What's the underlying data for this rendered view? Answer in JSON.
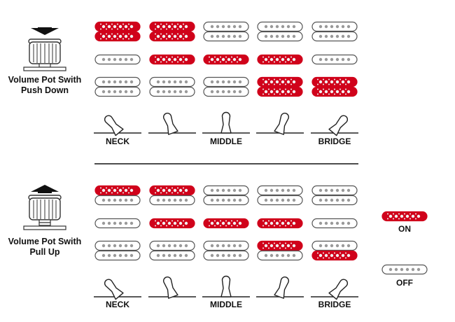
{
  "colors": {
    "on": "#d0021b",
    "off": "#ffffff",
    "outline": "#555555",
    "off_dot": "#999999",
    "on_dot": "#f2f2f2"
  },
  "position_labels": [
    "NECK",
    "MIDDLE",
    "BRIDGE"
  ],
  "legend": {
    "on_label": "ON",
    "off_label": "OFF"
  },
  "panels": [
    {
      "caption_line1": "Volume Pot Swith",
      "caption_line2": "Push Down",
      "arrow": "down",
      "positions": [
        {
          "neck": [
            "on",
            "on"
          ],
          "middle": "off",
          "bridge": [
            "off",
            "off"
          ]
        },
        {
          "neck": [
            "on",
            "on"
          ],
          "middle": "on",
          "bridge": [
            "off",
            "off"
          ]
        },
        {
          "neck": [
            "off",
            "off"
          ],
          "middle": "on",
          "bridge": [
            "off",
            "off"
          ]
        },
        {
          "neck": [
            "off",
            "off"
          ],
          "middle": "on",
          "bridge": [
            "on",
            "on"
          ]
        },
        {
          "neck": [
            "off",
            "off"
          ],
          "middle": "off",
          "bridge": [
            "on",
            "on"
          ]
        }
      ]
    },
    {
      "caption_line1": "Volume Pot Swith",
      "caption_line2": "Pull Up",
      "arrow": "up",
      "positions": [
        {
          "neck": [
            "on",
            "off"
          ],
          "middle": "off",
          "bridge": [
            "off",
            "off"
          ]
        },
        {
          "neck": [
            "on",
            "off"
          ],
          "middle": "on",
          "bridge": [
            "off",
            "off"
          ]
        },
        {
          "neck": [
            "off",
            "off"
          ],
          "middle": "on",
          "bridge": [
            "off",
            "off"
          ]
        },
        {
          "neck": [
            "off",
            "off"
          ],
          "middle": "on",
          "bridge": [
            "on",
            "off"
          ]
        },
        {
          "neck": [
            "off",
            "off"
          ],
          "middle": "off",
          "bridge": [
            "off",
            "on"
          ]
        }
      ]
    }
  ]
}
